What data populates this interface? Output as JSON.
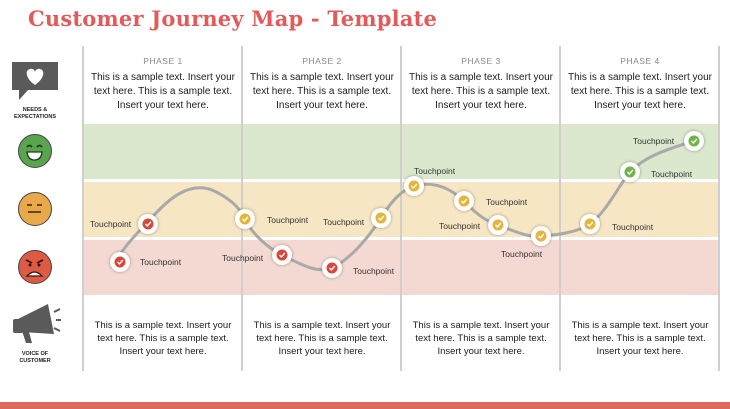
{
  "title": "Customer Journey Map - Template",
  "side_labels": {
    "needs": [
      "NEEDS &",
      "EXPECTATIONS"
    ],
    "voice": [
      "VOICE OF",
      "CUSTOMER"
    ]
  },
  "icons": {
    "needs": "heart-speech-bubble-icon",
    "happy": "happy-face-icon",
    "neutral": "neutral-face-icon",
    "angry": "angry-face-icon",
    "voice": "megaphone-icon"
  },
  "colors": {
    "title": "#e25a5a",
    "band_good": "#dbe8cd",
    "band_neutral": "#f6e6c3",
    "band_bad": "#f4d9d2",
    "good": "#6fb44a",
    "neutral": "#e5b43a",
    "bad": "#d9473b",
    "bottom_bar": "#e06660"
  },
  "phases": [
    {
      "label": "PHASE 1",
      "needs": "This is a sample text. Insert your text here. This is a sample text. Insert your text here.",
      "voice": "This is a sample text. Insert your text here. This is a sample text. Insert your text here."
    },
    {
      "label": "PHASE 2",
      "needs": "This is a sample text. Insert your text here. This is a sample text. Insert your text here.",
      "voice": "This is a sample text. Insert your text here. This is a sample text. Insert your text here."
    },
    {
      "label": "PHASE 3",
      "needs": "This is a sample text. Insert your text here. This is a sample text. Insert your text here.",
      "voice": "This is a sample text. Insert your text here. This is a sample text. Insert your text here."
    },
    {
      "label": "PHASE 4",
      "needs": "This is a sample text. Insert your text here. This is a sample text. Insert your text here.",
      "voice": "This is a sample text. Insert your text here. This is a sample text. Insert your text here."
    }
  ],
  "touchpoint_label": "Touchpoint",
  "touchpoints": [
    {
      "phase": 1,
      "mood": "bad"
    },
    {
      "phase": 1,
      "mood": "bad"
    },
    {
      "phase": 2,
      "mood": "neutral"
    },
    {
      "phase": 2,
      "mood": "bad"
    },
    {
      "phase": 2,
      "mood": "bad"
    },
    {
      "phase": 2,
      "mood": "neutral"
    },
    {
      "phase": 3,
      "mood": "neutral"
    },
    {
      "phase": 3,
      "mood": "neutral"
    },
    {
      "phase": 3,
      "mood": "neutral"
    },
    {
      "phase": 3,
      "mood": "neutral"
    },
    {
      "phase": 4,
      "mood": "neutral"
    },
    {
      "phase": 4,
      "mood": "good"
    },
    {
      "phase": 4,
      "mood": "good"
    }
  ]
}
